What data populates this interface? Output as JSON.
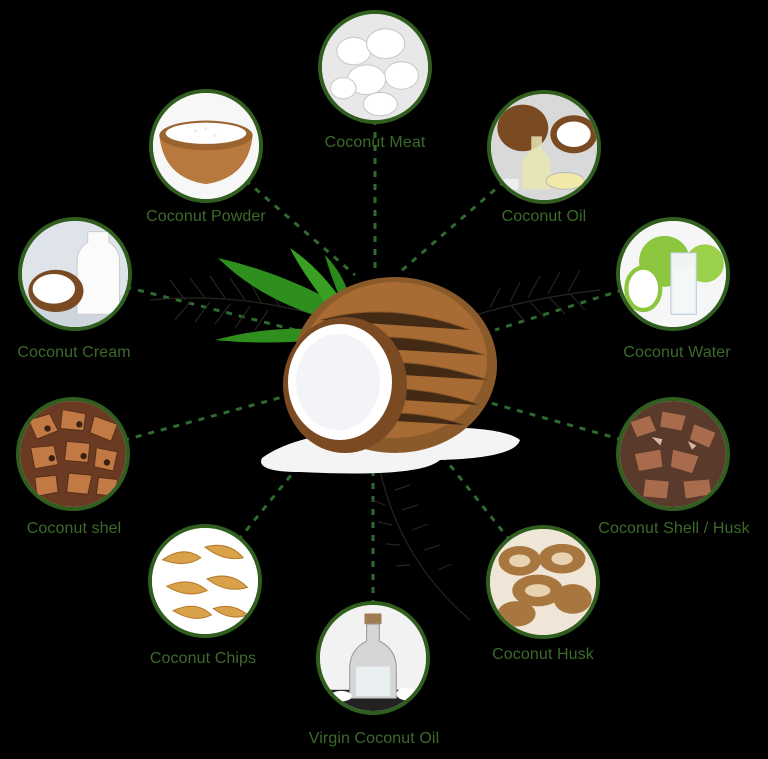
{
  "center": {
    "icon": "coconut-icon"
  },
  "colors": {
    "ring": "#2f5e1e",
    "label": "#3c6a2a",
    "connector": "#2e6b2e",
    "background": "#000000"
  },
  "products": [
    {
      "id": "coconut-meat",
      "label": "Coconut Meat",
      "icon": "coconut-meat-icon"
    },
    {
      "id": "coconut-oil",
      "label": "Coconut Oil",
      "icon": "coconut-oil-icon"
    },
    {
      "id": "coconut-water",
      "label": "Coconut Water",
      "icon": "coconut-water-icon"
    },
    {
      "id": "coconut-shell-husk",
      "label": "Coconut Shell / Husk",
      "icon": "shell-husk-icon"
    },
    {
      "id": "coconut-husk",
      "label": "Coconut Husk",
      "icon": "coconut-husk-icon"
    },
    {
      "id": "virgin-coconut-oil",
      "label": "Virgin Coconut Oil",
      "icon": "oil-bottle-icon"
    },
    {
      "id": "coconut-chips",
      "label": "Coconut Chips",
      "icon": "coconut-chips-icon"
    },
    {
      "id": "coconut-shel",
      "label": "Coconut shel",
      "icon": "coconut-shell-icon"
    },
    {
      "id": "coconut-cream",
      "label": "Coconut Cream",
      "icon": "coconut-cream-icon"
    },
    {
      "id": "coconut-powder",
      "label": "Coconut Powder",
      "icon": "coconut-powder-icon"
    }
  ]
}
